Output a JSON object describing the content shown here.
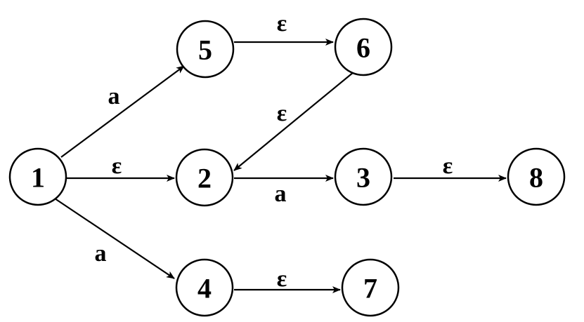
{
  "nodes": [
    {
      "id": "n1",
      "label": "1"
    },
    {
      "id": "n2",
      "label": "2"
    },
    {
      "id": "n3",
      "label": "3"
    },
    {
      "id": "n4",
      "label": "4"
    },
    {
      "id": "n5",
      "label": "5"
    },
    {
      "id": "n6",
      "label": "6"
    },
    {
      "id": "n7",
      "label": "7"
    },
    {
      "id": "n8",
      "label": "8"
    }
  ],
  "edges": [
    {
      "from": "1",
      "to": "5",
      "label": "a"
    },
    {
      "from": "1",
      "to": "2",
      "label": "ε"
    },
    {
      "from": "1",
      "to": "4",
      "label": "a"
    },
    {
      "from": "5",
      "to": "6",
      "label": "ε"
    },
    {
      "from": "6",
      "to": "2",
      "label": "ε"
    },
    {
      "from": "2",
      "to": "3",
      "label": "a"
    },
    {
      "from": "3",
      "to": "8",
      "label": "ε"
    },
    {
      "from": "4",
      "to": "7",
      "label": "ε"
    }
  ],
  "colors": {
    "stroke": "#000000",
    "fill": "#ffffff"
  }
}
